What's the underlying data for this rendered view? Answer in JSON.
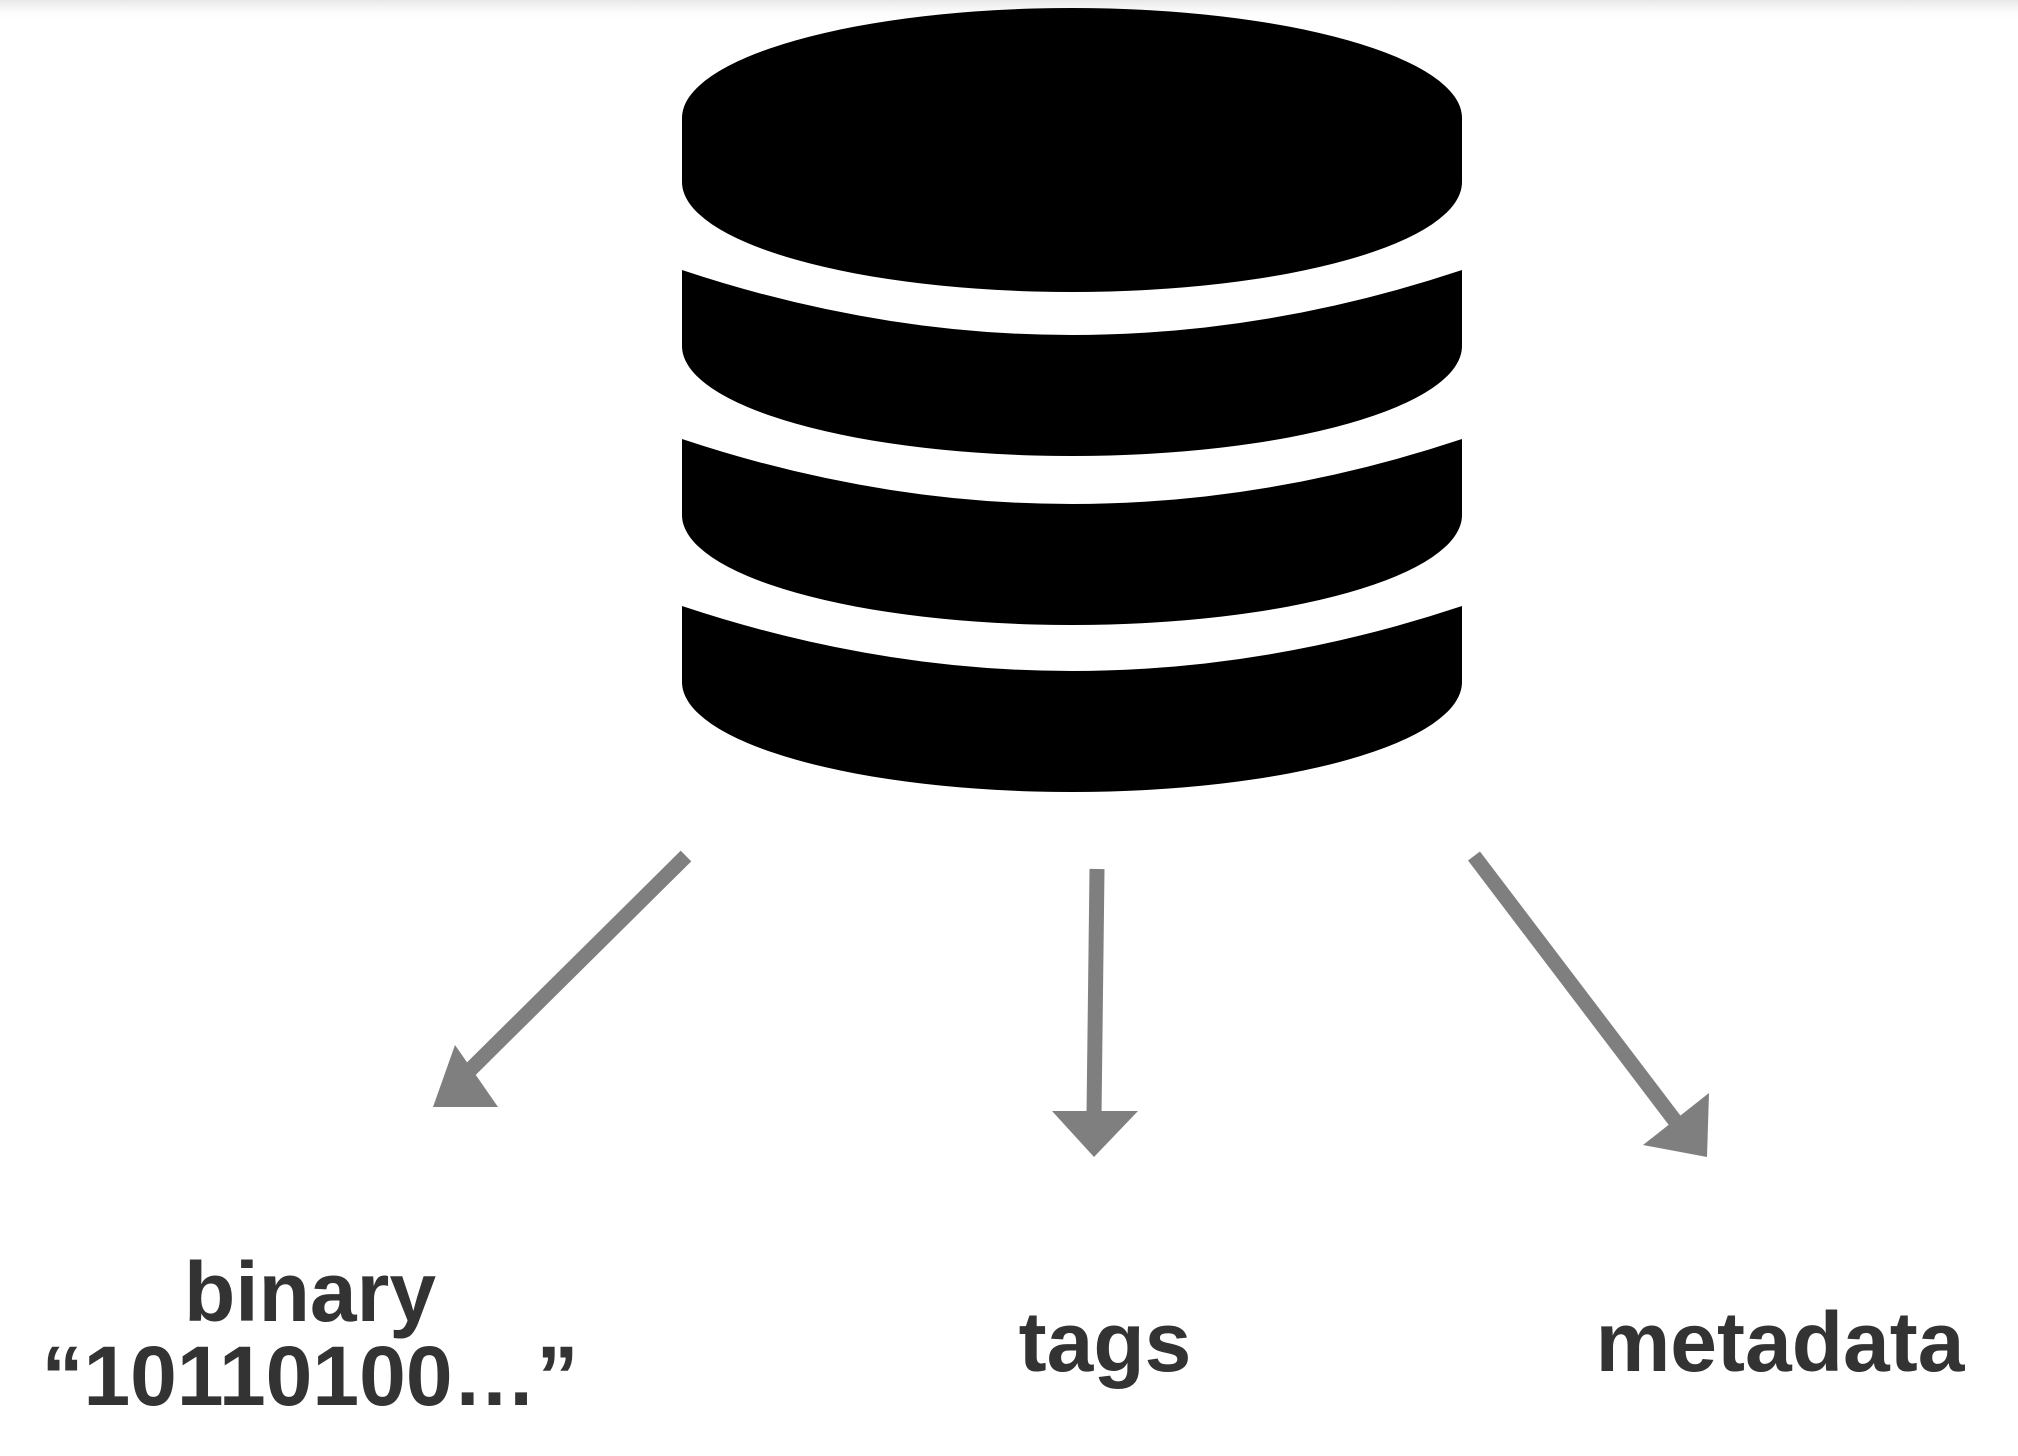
{
  "diagram": {
    "colors": {
      "database": "#000000",
      "arrows": "#7f7f7f",
      "label_text": "#333333",
      "background": "#ffffff"
    },
    "icon": "database-icon",
    "labels": {
      "binary_line1": "binary",
      "binary_line2": "“10110100…”",
      "tags": "tags",
      "metadata": "metadata"
    }
  }
}
